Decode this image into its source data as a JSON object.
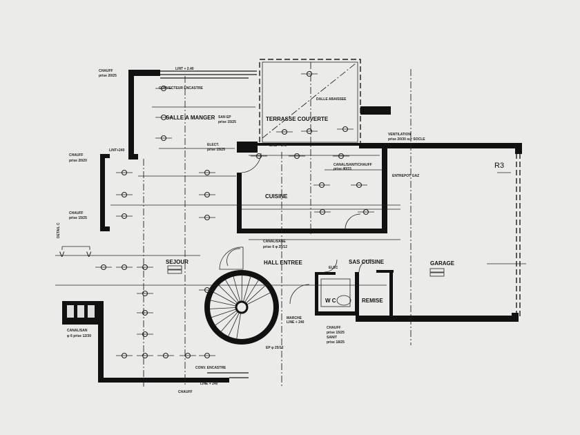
{
  "drawing": {
    "rooms": [
      "SALLE A MANGER",
      "TERRASSE COUVERTE",
      "DALLE ABAISSEE",
      "CUISINE",
      "SEJOUR",
      "HALL ENTREE",
      "SAS CUISINE",
      "W C",
      "REMISE",
      "GARAGE"
    ],
    "section_marker": "R3",
    "detail_label": "DETAIL C",
    "annotations": [
      "CHAUFF",
      "prise 20/25",
      "LINT + 2.40",
      "CONVECTEUR ENCASTRE",
      "SAN EP",
      "prise 15/25",
      "ELECT.",
      "prise 15/25",
      "LINT+240",
      "CHAUFF",
      "prise 20/20",
      "CHAUFF",
      "prise 15/25",
      "CANAL/SANIT/CHAUFF",
      "prise 40/15",
      "VENTILATION",
      "prise 20/30 sur SOCLE",
      "ENTREPOT GAZ",
      "CANAL/SANE",
      "prise 6 φ 25/12",
      "ELEC",
      "MARCHE",
      "LINE + 240",
      "CHAUFF",
      "prise 15/25",
      "SANIT",
      "prise 18/25",
      "EP φ 25/12",
      "CANAL/SAN",
      "φ 6 prise 12/30",
      "CONV. ENCASTRE",
      "LINE + 240",
      "CHAUFF",
      "LINE + 240"
    ],
    "colors": {
      "paper": "#ebebea",
      "ink": "#111111"
    }
  }
}
